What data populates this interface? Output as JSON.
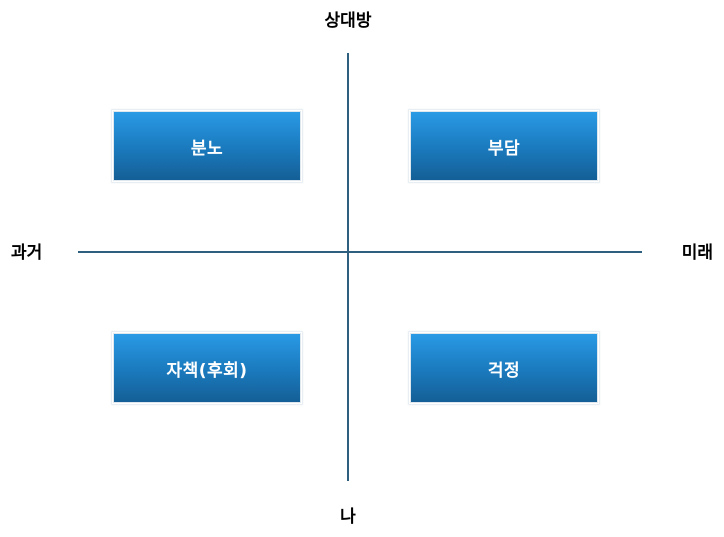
{
  "axes": {
    "top": "상대방",
    "bottom": "나",
    "left": "과거",
    "right": "미래"
  },
  "quadrants": {
    "top_left": "분노",
    "top_right": "부담",
    "bottom_left": "자책(후회)",
    "bottom_right": "걱정"
  },
  "colors": {
    "axis_line": "#2e5f7e",
    "box_top": "#2a9ae6",
    "box_bottom": "#145f96",
    "box_text": "#ffffff"
  }
}
